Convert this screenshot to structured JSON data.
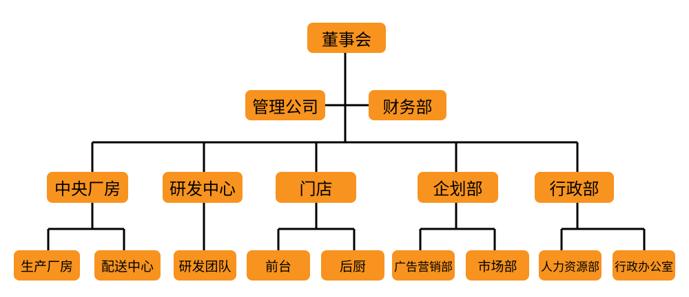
{
  "colors": {
    "node_fill": "#f7931e",
    "line": "#000000",
    "text": "#000000",
    "background": "#ffffff"
  },
  "org": {
    "board": "董事会",
    "management_company": "管理公司",
    "finance": "财务部",
    "departments": [
      {
        "name": "中央厂房",
        "children": [
          "生产厂房",
          "配送中心"
        ]
      },
      {
        "name": "研发中心",
        "children": [
          "研发团队"
        ]
      },
      {
        "name": "门店",
        "children": [
          "前台",
          "后厨"
        ]
      },
      {
        "name": "企划部",
        "children": [
          "广告营销部",
          "市场部"
        ]
      },
      {
        "name": "行政部",
        "children": [
          "人力资源部",
          "行政办公室"
        ]
      }
    ]
  }
}
